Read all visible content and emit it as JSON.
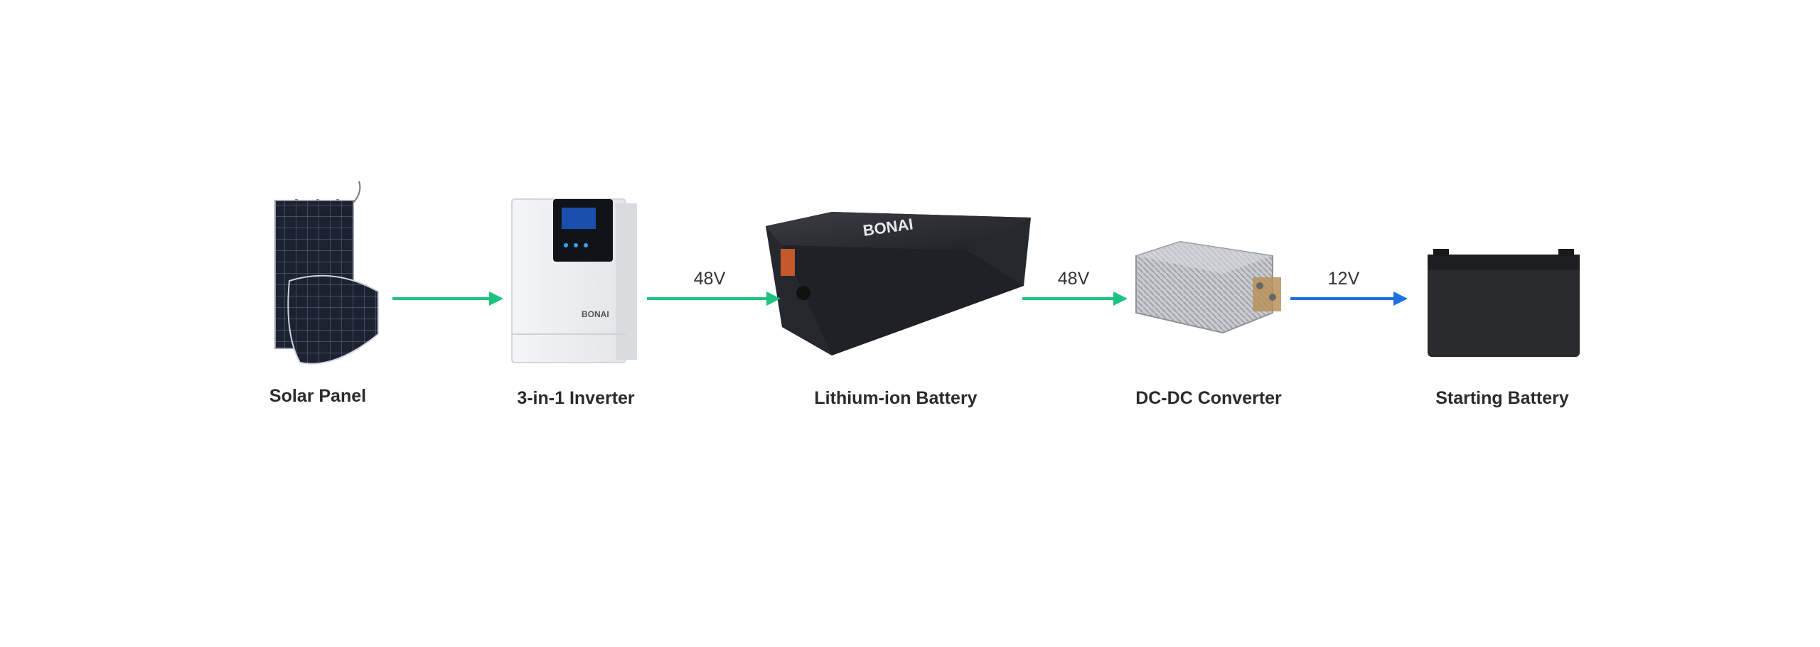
{
  "diagram": {
    "nodes": [
      {
        "id": "solar",
        "label": "Solar Panel"
      },
      {
        "id": "inverter",
        "label": "3-in-1 Inverter",
        "brand_mark": "BONAI"
      },
      {
        "id": "lithium",
        "label": "Lithium-ion Battery",
        "brand_mark": "BONAI"
      },
      {
        "id": "dcdc",
        "label": "DC-DC Converter"
      },
      {
        "id": "starting",
        "label": "Starting Battery"
      }
    ],
    "edges": [
      {
        "from": "solar",
        "to": "inverter",
        "voltage": "",
        "color": "#1fc27f"
      },
      {
        "from": "inverter",
        "to": "lithium",
        "voltage": "48V",
        "color": "#1fc27f"
      },
      {
        "from": "lithium",
        "to": "dcdc",
        "voltage": "48V",
        "color": "#1fc27f"
      },
      {
        "from": "dcdc",
        "to": "starting",
        "voltage": "12V",
        "color": "#1e6fe0"
      }
    ]
  }
}
